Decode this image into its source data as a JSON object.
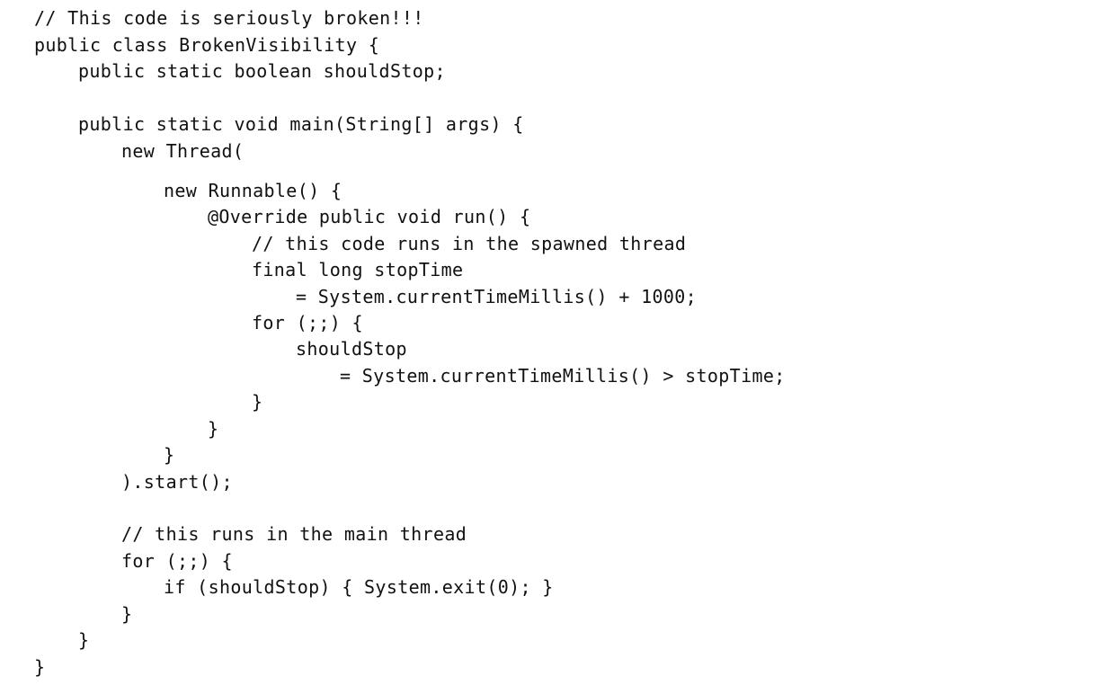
{
  "code": {
    "lines": [
      "// This code is seriously broken!!!",
      "public class BrokenVisibility {",
      "public static boolean shouldStop;",
      "public static void main(String[] args) {",
      "new Thread(",
      "new Runnable() {",
      "@Override public void run() {",
      "// this code runs in the spawned thread",
      "final long stopTime",
      "= System.currentTimeMillis() + 1000;",
      "for (;;) {",
      "shouldStop",
      "= System.currentTimeMillis() > stopTime;",
      "}",
      "}",
      "}",
      ").start();",
      "// this runs in the main thread",
      "for (;;) {",
      "if (shouldStop) { System.exit(0); }",
      "}",
      "}",
      "}"
    ]
  }
}
